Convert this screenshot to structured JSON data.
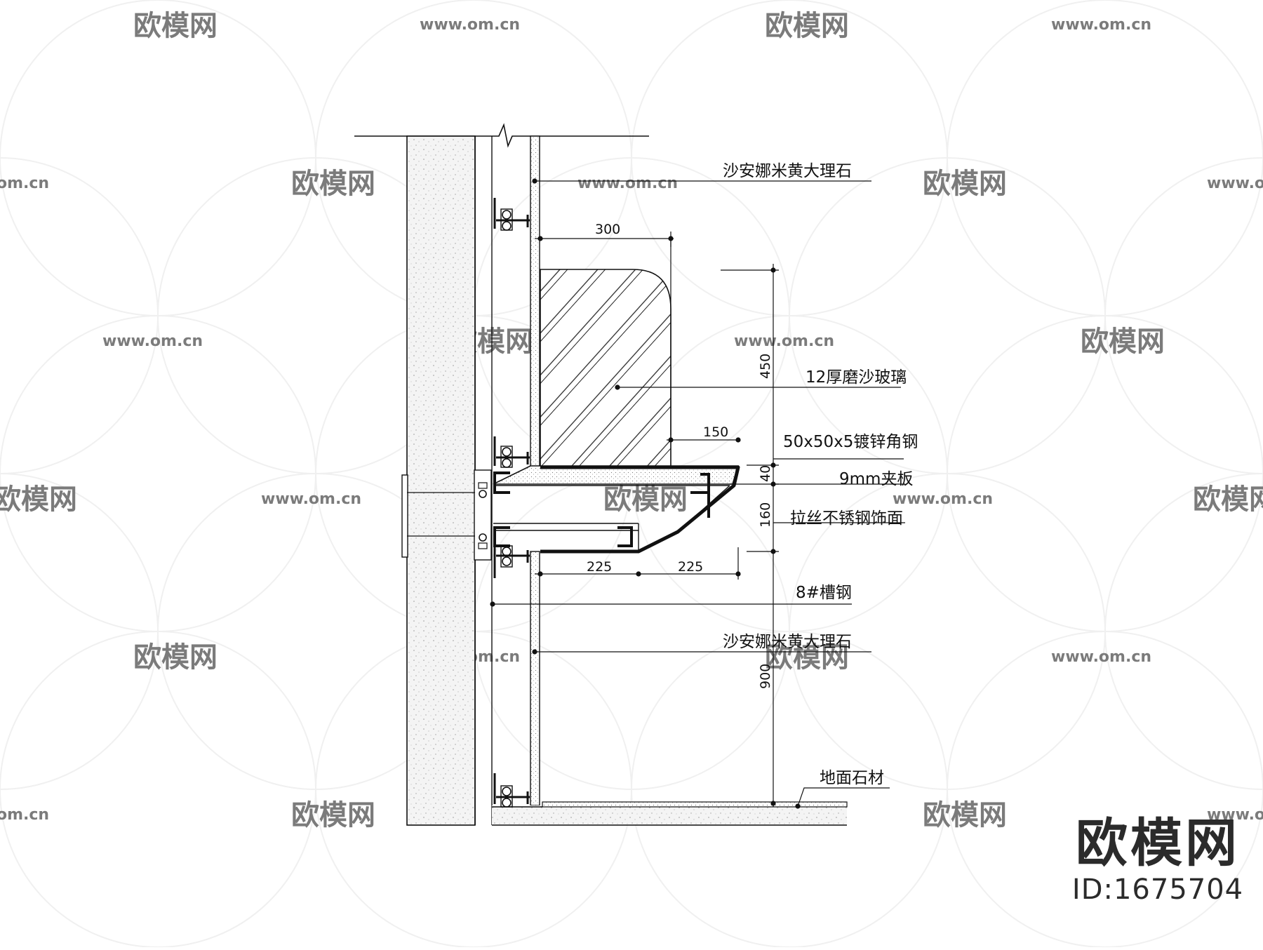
{
  "labels": {
    "marble_top": "沙安娜米黄大理石",
    "glass": "12厚磨沙玻璃",
    "angle_steel": "50x50x5镀锌角钢",
    "plywood": "9mm夹板",
    "stainless": "拉丝不锈钢饰面",
    "channel_steel": "8#槽钢",
    "marble_bottom": "沙安娜米黄大理石",
    "floor": "地面石材"
  },
  "dimensions": {
    "d300": "300",
    "d450": "450",
    "d150": "150",
    "d40": "40",
    "d160": "160",
    "d225a": "225",
    "d225b": "225",
    "d900": "900"
  },
  "watermark": {
    "logo": "欧模网",
    "url": "www.om.cn",
    "url_short": "om.cn"
  },
  "brand": {
    "name": "欧模网",
    "id": "ID:1675704"
  }
}
